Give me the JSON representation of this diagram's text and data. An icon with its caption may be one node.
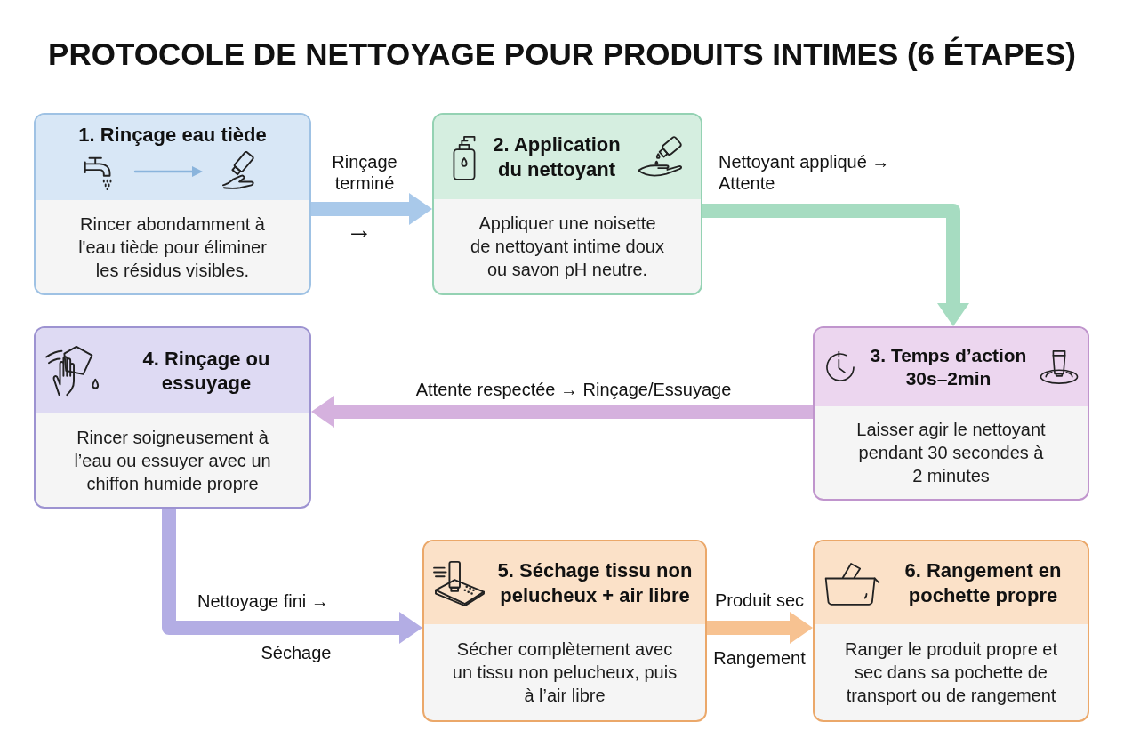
{
  "diagram": {
    "title": "PROTOCOLE DE NETTOYAGE POUR PRODUITS INTIMES (6 ÉTAPES)",
    "nodes": [
      {
        "text": [
          "1. Rinçage eau tiède",
          "Rincer abondamment à l'eau tiède pour éliminer les résidus visibles."
        ]
      },
      {
        "text": [
          "2. Application du nettoyant",
          "Appliquer une noisette de nettoyant intime doux ou savon pH neutre."
        ]
      },
      {
        "text": [
          "3. Temps d’action 30s–2min",
          "Laisser agir le nettoyant pendant 30 secondes à 2 minutes"
        ]
      },
      {
        "text": [
          "4. Rinçage ou essuyage",
          "Rincer soigneusement à l’eau ou essuyer avec un chiffon humide propre"
        ]
      },
      {
        "text": [
          "5. Séchage tissu non pelucheux + air libre",
          "Sécher complètement avec un tissu non pelucheux, puis à l’air libre"
        ]
      },
      {
        "text": [
          "6. Rangement en pochette propre",
          "Ranger le produit propre et sec dans sa pochette de transport ou de rangement"
        ]
      }
    ],
    "edges": [
      {
        "from": 0,
        "to": 1,
        "arrow": "to",
        "label": "Rinçage terminé",
        "color": "#a9c9ea"
      },
      {
        "from": 1,
        "to": 2,
        "arrow": "to",
        "label": "Nettoyant appliqué → Attente",
        "color": "#a6dcc1"
      },
      {
        "from": 2,
        "to": 3,
        "arrow": "to",
        "label": "Attente respectée → Rinçage/Essuyage",
        "color": "#d5b1de"
      },
      {
        "from": 3,
        "to": 4,
        "arrow": "to",
        "label": "Nettoyage fini →",
        "color": "#b3ade4"
      },
      {
        "from": 4,
        "to": 5,
        "arrow": "to",
        "label": "Produit sec",
        "color": "#f7c291"
      }
    ],
    "labels": [
      "→",
      "Séchage",
      "Rangement"
    ]
  }
}
